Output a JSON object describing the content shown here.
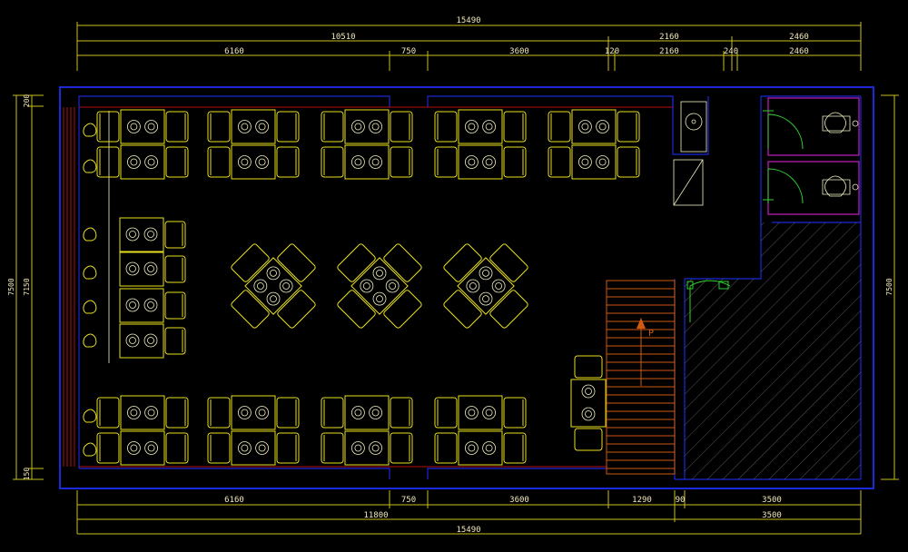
{
  "dimensions": {
    "top_total": "15490",
    "top_row2": [
      "10510",
      "2160",
      "2460"
    ],
    "top_row3": [
      "6160",
      "750",
      "3600",
      "120",
      "2160",
      "240",
      "2460"
    ],
    "bottom_row1": [
      "6160",
      "750",
      "3600",
      "1290",
      "90",
      "3500"
    ],
    "bottom_row2": [
      "11800",
      "3500"
    ],
    "bottom_total": "15490",
    "left_total": "7500",
    "left_parts": [
      "200",
      "7150",
      "150"
    ],
    "right_total": "7500"
  },
  "labels": {
    "stair_up": "P"
  },
  "colors": {
    "background": "#000000",
    "walls": "#1a2ad8",
    "furniture": "#e8e020",
    "dimensions": "#c8c020",
    "stairs": "#d05a10",
    "partitions": "#c020c0",
    "doors": "#30d030"
  }
}
